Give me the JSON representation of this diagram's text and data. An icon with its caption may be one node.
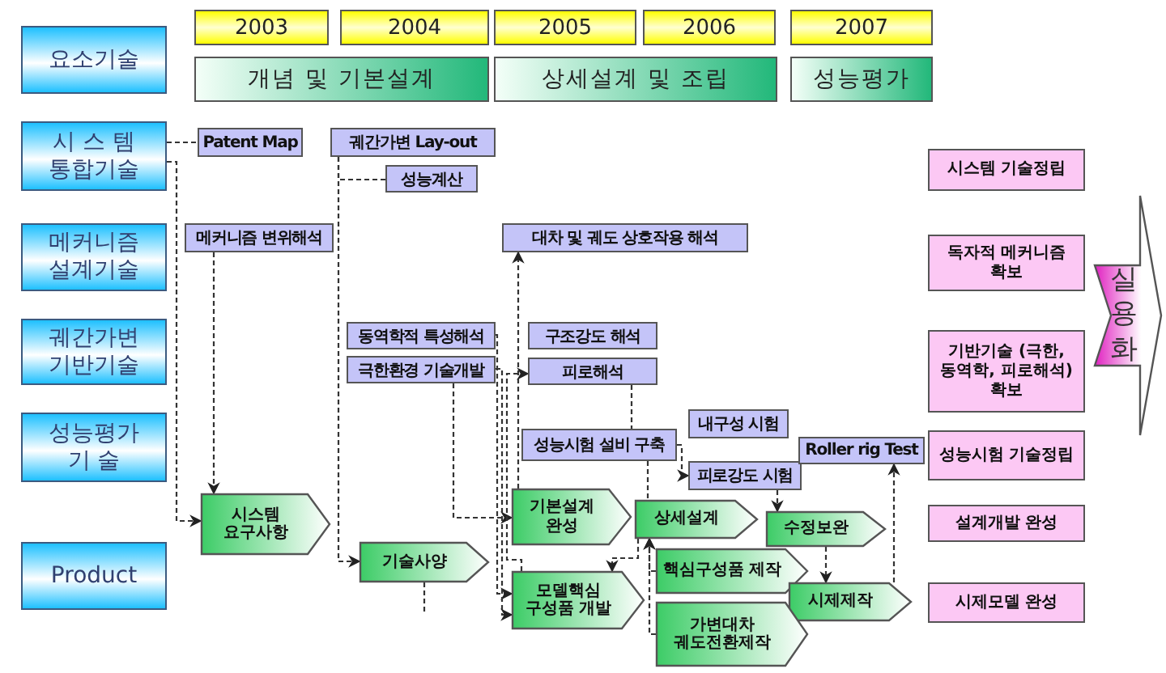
{
  "diagram": {
    "nodes": [
      {
        "text": [
          "요소기술"
        ]
      },
      {
        "text": [
          "2003"
        ]
      },
      {
        "text": [
          "2004"
        ]
      },
      {
        "text": [
          "2005"
        ]
      },
      {
        "text": [
          "2006"
        ]
      },
      {
        "text": [
          "2007"
        ]
      },
      {
        "text": [
          "개념 및 기본설계"
        ]
      },
      {
        "text": [
          "상세설계 및 조립"
        ]
      },
      {
        "text": [
          "성능평가"
        ]
      },
      {
        "text": [
          "시 스 템 통합기술"
        ]
      },
      {
        "text": [
          "메커니즘 설계기술"
        ]
      },
      {
        "text": [
          "궤간가변 기반기술"
        ]
      },
      {
        "text": [
          "성능평가 기 술"
        ]
      },
      {
        "text": [
          "Product"
        ]
      },
      {
        "text": [
          "Patent Map"
        ]
      },
      {
        "text": [
          "궤간가변 Lay-out"
        ]
      },
      {
        "text": [
          "성능계산"
        ]
      },
      {
        "text": [
          "메커니즘 변위해석"
        ]
      },
      {
        "text": [
          "대차 및 궤도 상호작용 해석"
        ]
      },
      {
        "text": [
          "동역학적 특성해석"
        ]
      },
      {
        "text": [
          "구조강도 해석"
        ]
      },
      {
        "text": [
          "극한환경 기술개발"
        ]
      },
      {
        "text": [
          "피로해석"
        ]
      },
      {
        "text": [
          "성능시험 설비 구축"
        ]
      },
      {
        "text": [
          "내구성 시험"
        ]
      },
      {
        "text": [
          "피로강도 시험"
        ]
      },
      {
        "text": [
          "Roller rig Test"
        ]
      },
      {
        "text": [
          "시스템 요구사항"
        ]
      },
      {
        "text": [
          "기술사양"
        ]
      },
      {
        "text": [
          "기본설계 완성"
        ]
      },
      {
        "text": [
          "상세설계"
        ]
      },
      {
        "text": [
          "수정보완"
        ]
      },
      {
        "text": [
          "모델핵심 구성품 개발"
        ]
      },
      {
        "text": [
          "핵심구성품 제작"
        ]
      },
      {
        "text": [
          "시제제작"
        ]
      },
      {
        "text": [
          "가변대차 궤도전환제작"
        ]
      },
      {
        "text": [
          "시스템 기술정립"
        ]
      },
      {
        "text": [
          "독자적 메커니즘 확보"
        ]
      },
      {
        "text": [
          "기반기술 (극한, 동역학, 피로해석)확보"
        ]
      },
      {
        "text": [
          "성능시험 기술정립"
        ]
      },
      {
        "text": [
          "설계개발 완성"
        ]
      },
      {
        "text": [
          "시제모델 완성"
        ]
      },
      {
        "text": [
          "실용화"
        ]
      }
    ],
    "edges": [
      {
        "from": 9,
        "to": 14,
        "arrow": "none",
        "style": "dashed"
      },
      {
        "from": 9,
        "to": 27,
        "arrow": "to",
        "style": "dashed"
      },
      {
        "from": 17,
        "to": 27,
        "arrow": "to",
        "style": "dashed"
      },
      {
        "from": 15,
        "to": 16,
        "arrow": "none",
        "style": "dashed"
      },
      {
        "from": 15,
        "to": 28,
        "arrow": "to",
        "style": "dashed"
      },
      {
        "from": 21,
        "to": 29,
        "arrow": "to",
        "style": "dashed"
      },
      {
        "from": 19,
        "to": 32,
        "arrow": "to",
        "style": "dashed"
      },
      {
        "from": 21,
        "to": 32,
        "arrow": "to",
        "style": "dashed"
      },
      {
        "from": 29,
        "to": 18,
        "arrow": "to",
        "style": "dashed"
      },
      {
        "from": 32,
        "to": 22,
        "arrow": "to",
        "style": "dashed"
      },
      {
        "from": 22,
        "to": 23,
        "arrow": "none",
        "style": "dashed"
      },
      {
        "from": 23,
        "to": 30,
        "arrow": "none",
        "style": "dashed"
      },
      {
        "from": 30,
        "to": 32,
        "arrow": "to",
        "style": "dashed"
      },
      {
        "from": 33,
        "to": 30,
        "arrow": "to",
        "style": "dashed"
      },
      {
        "from": 35,
        "to": 30,
        "arrow": "to",
        "style": "dashed"
      },
      {
        "from": 23,
        "to": 25,
        "arrow": "to",
        "style": "dashed"
      },
      {
        "from": 25,
        "to": 31,
        "arrow": "to",
        "style": "dashed"
      },
      {
        "from": 31,
        "to": 34,
        "arrow": "to",
        "style": "dashed"
      },
      {
        "from": 34,
        "to": 26,
        "arrow": "to",
        "style": "dashed"
      },
      {
        "from": 28,
        "to": null,
        "arrow": "none",
        "style": "dashed"
      }
    ]
  }
}
